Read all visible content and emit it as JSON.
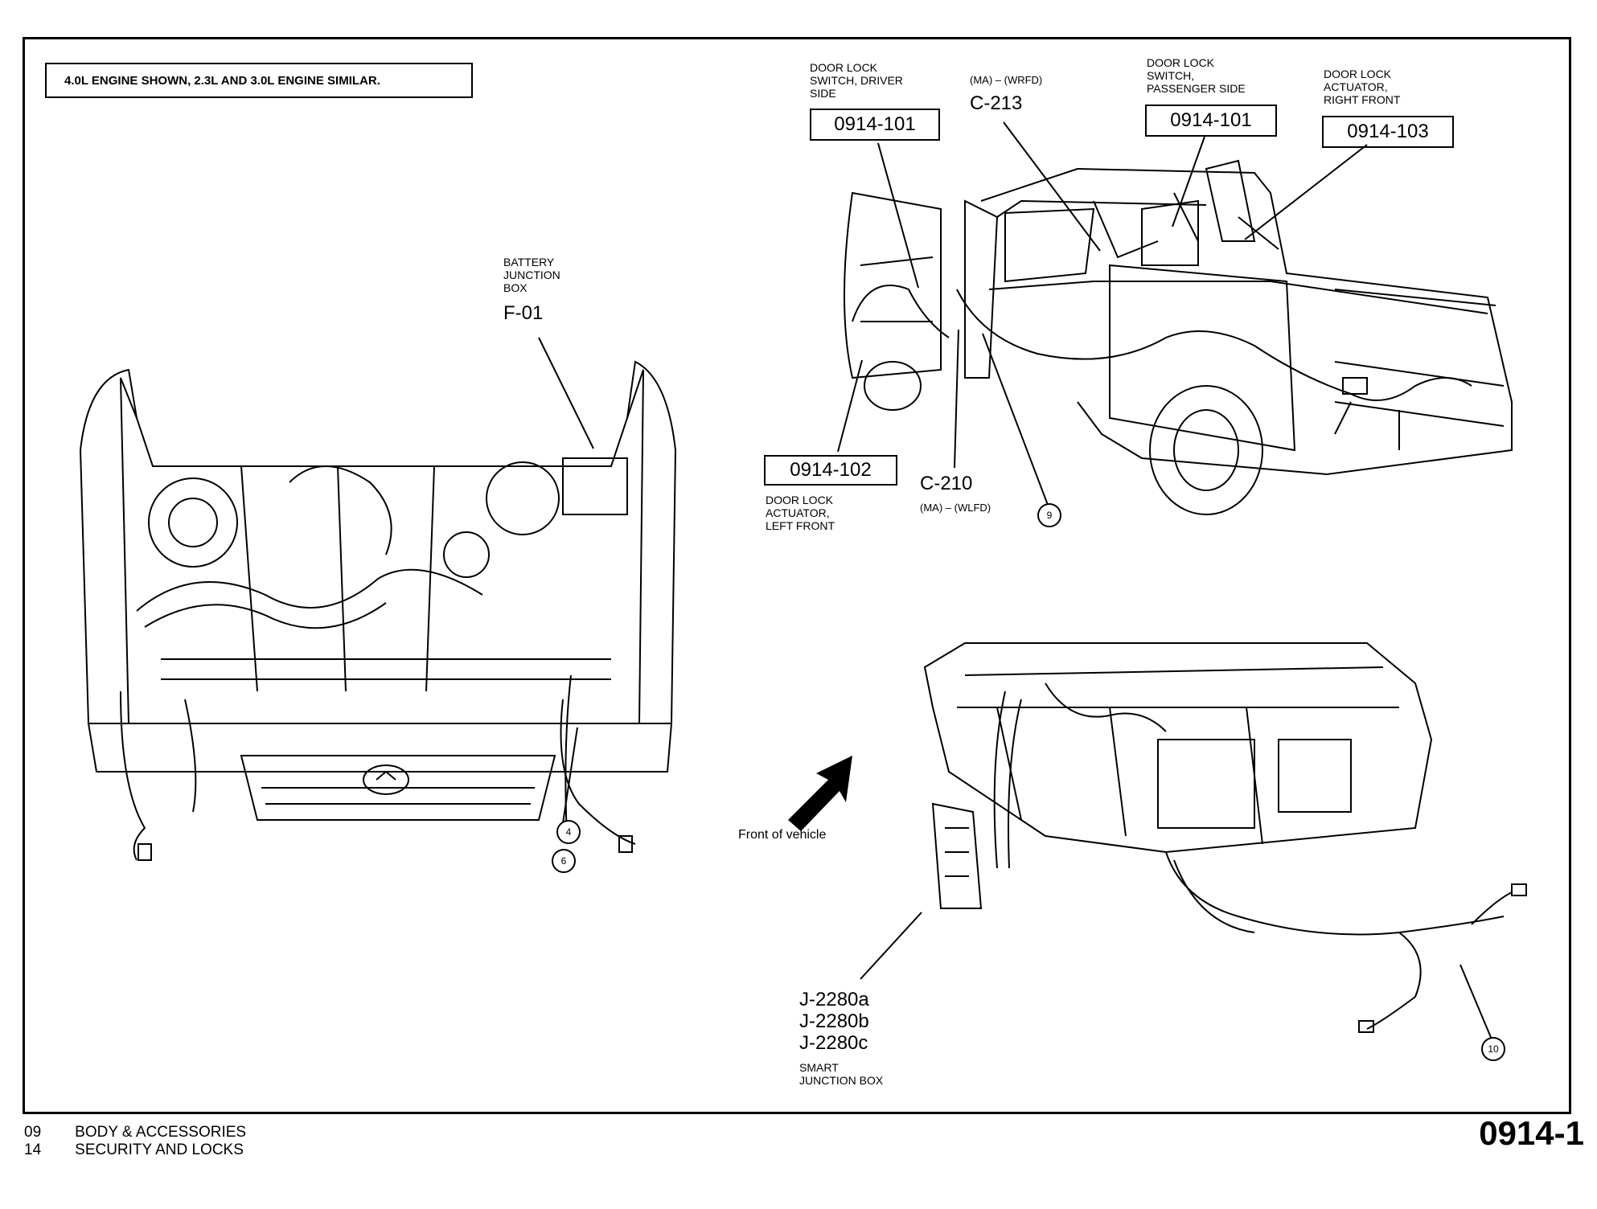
{
  "note": "4.0L ENGINE SHOWN, 2.3L AND 3.0L ENGINE SIMILAR.",
  "labels": {
    "battery_jb": {
      "lines": [
        "BATTERY",
        "JUNCTION",
        "BOX"
      ],
      "code": "F-01"
    },
    "door_lock_switch_driver": {
      "lines": [
        "DOOR LOCK",
        "SWITCH, DRIVER",
        "SIDE"
      ],
      "part": "0914-101"
    },
    "c213": {
      "sub": "(MA) – (WRFD)",
      "code": "C-213"
    },
    "door_lock_switch_passenger": {
      "lines": [
        "DOOR LOCK",
        "SWITCH,",
        "PASSENGER SIDE"
      ],
      "part": "0914-101"
    },
    "door_lock_actuator_right": {
      "lines": [
        "DOOR LOCK",
        "ACTUATOR,",
        "RIGHT FRONT"
      ],
      "part": "0914-103"
    },
    "door_lock_actuator_left": {
      "lines": [
        "DOOR LOCK",
        "ACTUATOR,",
        "LEFT FRONT"
      ],
      "part": "0914-102"
    },
    "c210": {
      "code": "C-210",
      "sub": "(MA) – (WLFD)"
    },
    "front_of_vehicle": "Front of vehicle",
    "smart_jb": {
      "codes": [
        "J-2280a",
        "J-2280b",
        "J-2280c"
      ],
      "lines": [
        "SMART",
        "JUNCTION BOX"
      ]
    }
  },
  "callouts": [
    "4",
    "6",
    "9",
    "10"
  ],
  "footer": {
    "rows": [
      {
        "num": "09",
        "text": "BODY & ACCESSORIES"
      },
      {
        "num": "14",
        "text": "SECURITY AND LOCKS"
      }
    ],
    "page": "0914-1"
  },
  "icons": [
    "direction-arrow-icon"
  ]
}
